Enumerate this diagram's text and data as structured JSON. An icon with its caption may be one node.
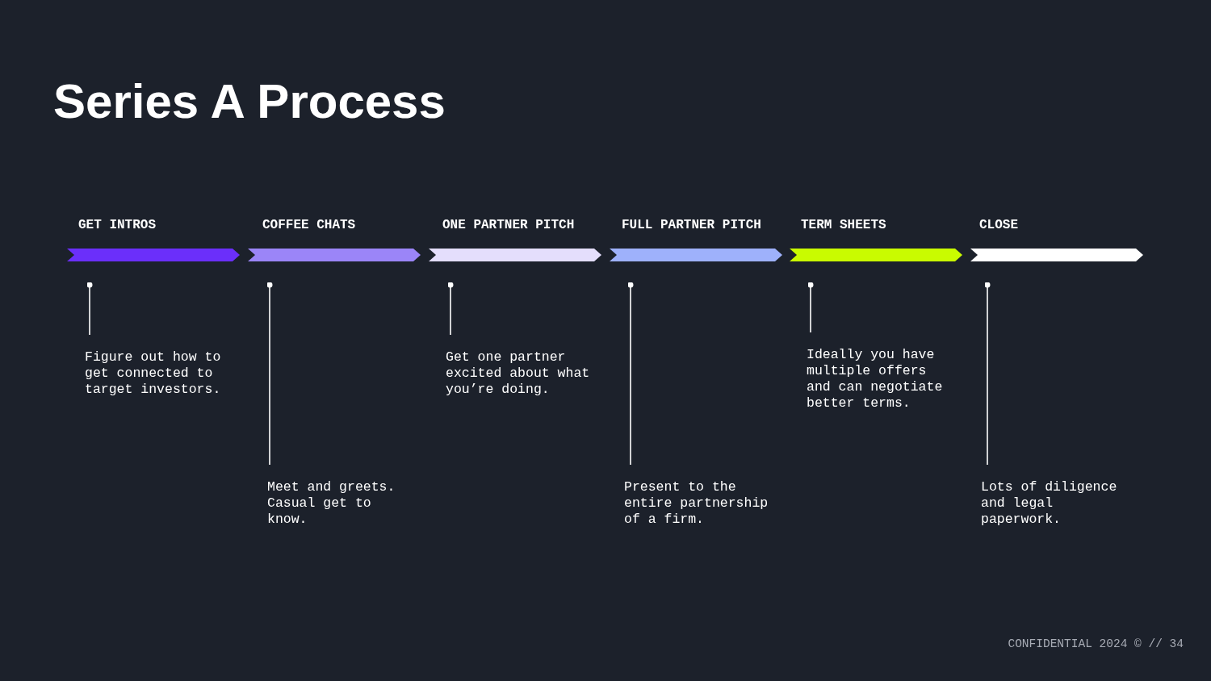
{
  "diagram": {
    "title": "Series A Process",
    "nodes": [
      {
        "text": [
          "GET INTROS"
        ]
      },
      {
        "text": [
          "COFFEE CHATS"
        ]
      },
      {
        "text": [
          "ONE PARTNER PITCH"
        ]
      },
      {
        "text": [
          "FULL PARTNER PITCH"
        ]
      },
      {
        "text": [
          "TERM SHEETS"
        ]
      },
      {
        "text": [
          "CLOSE"
        ]
      },
      {
        "text": [
          "Figure out how to get connected to target investors."
        ]
      },
      {
        "text": [
          "Meet and greets. Casual get to know."
        ]
      },
      {
        "text": [
          "Get one partner excited about what you’re doing."
        ]
      },
      {
        "text": [
          "Present to the entire partnership of a firm."
        ]
      },
      {
        "text": [
          "Ideally you have multiple offers and can negotiate better terms."
        ]
      },
      {
        "text": [
          "Lots of diligence and legal paperwork."
        ]
      }
    ],
    "edges": [
      {
        "from": 0,
        "to": 6,
        "arrow": "other"
      },
      {
        "from": 1,
        "to": 7,
        "arrow": "other"
      },
      {
        "from": 2,
        "to": 8,
        "arrow": "other"
      },
      {
        "from": 3,
        "to": 9,
        "arrow": "other"
      },
      {
        "from": 4,
        "to": 10,
        "arrow": "other"
      },
      {
        "from": 5,
        "to": 11,
        "arrow": "other"
      }
    ],
    "labels": [
      "CONFIDENTIAL 2024 © // 34"
    ]
  }
}
